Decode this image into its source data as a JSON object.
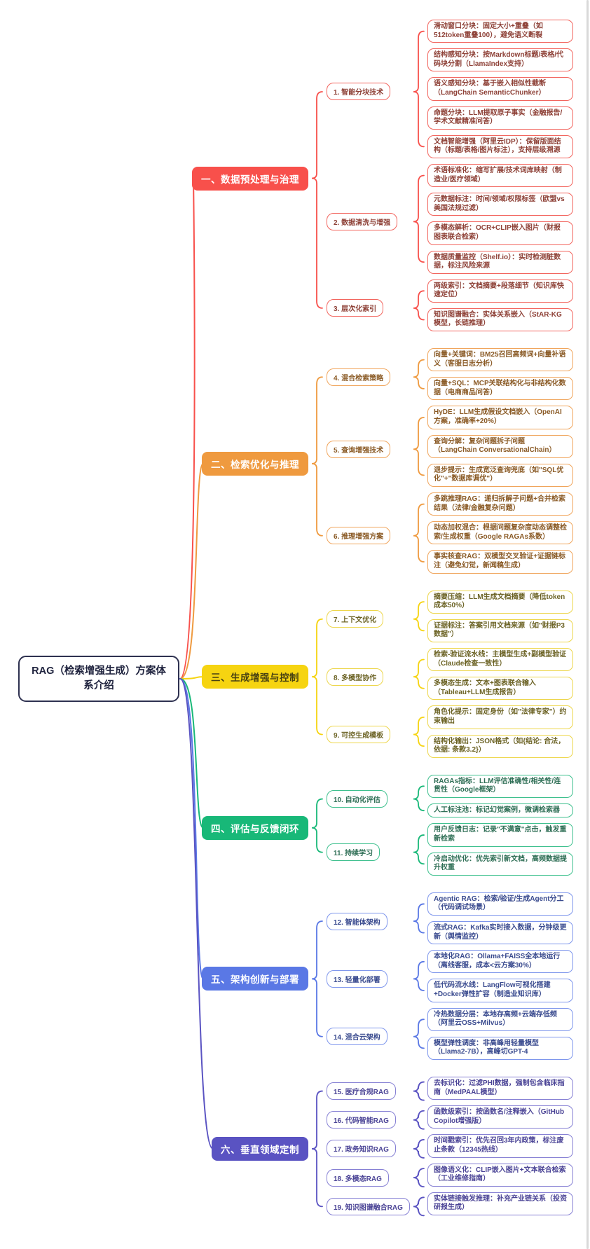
{
  "root": {
    "label": "RAG（检索增强生成）方案体系介绍"
  },
  "colors_note": "per-branch: node fill, node label color, box border, box text",
  "branches": [
    {
      "label": "一、数据预处理与治理",
      "color": "#F8504B",
      "label_color": "#FFFFFF",
      "border": "#F2655E",
      "text": "#8E4137",
      "subs": [
        {
          "label": "1. 智能分块技术",
          "leaves": [
            "滑动窗口分块：固定大小+重叠（如512token重叠100），避免语义断裂",
            "结构感知分块：按Markdown标题/表格/代码块分割（LlamaIndex支持）",
            "语义感知分块：基于嵌入相似性截断（LangChain SemanticChunker）",
            "命题分块：LLM提取原子事实（金融报告/学术文献精准问答）",
            "文档智能增强（阿里云IDP）：保留版面结构（标题/表格/图片标注），支持层级溯源"
          ]
        },
        {
          "label": "2. 数据清洗与增强",
          "leaves": [
            "术语标准化：缩写扩展/技术词库映射（制造业/医疗领域）",
            "元数据标注：时间/领域/权限标签（欧盟vs美国法规过滤）",
            "多模态解析：OCR+CLIP嵌入图片（财报图表联合检索）",
            "数据质量监控（Shelf.io）：实时检测脏数据，标注风险来源"
          ]
        },
        {
          "label": "3. 层次化索引",
          "leaves": [
            "两级索引：文档摘要+段落细节（知识库快速定位）",
            "知识图谱融合：实体关系嵌入（StAR-KG模型，长链推理）"
          ]
        }
      ]
    },
    {
      "label": "二、检索优化与推理",
      "color": "#EF9A3F",
      "label_color": "#FFFFFF",
      "border": "#F0A55C",
      "text": "#8A5A25",
      "subs": [
        {
          "label": "4. 混合检索策略",
          "leaves": [
            "向量+关键词：BM25召回高频词+向量补语义（客服日志分析）",
            "向量+SQL：MCP关联结构化与非结构化数据（电商商品问答）"
          ]
        },
        {
          "label": "5. 查询增强技术",
          "leaves": [
            "HyDE：LLM生成假设文档嵌入（OpenAI方案，准确率+20%）",
            "查询分解：复杂问题拆子问题（LangChain ConversationalChain）",
            "退步提示：生成宽泛查询兜底（如\"SQL优化\"+\"数据库调优\"）"
          ]
        },
        {
          "label": "6. 推理增强方案",
          "leaves": [
            "多跳推理RAG：递归拆解子问题+合并检索结果（法律/金融复杂问题）",
            "动态加权混合：根据问题复杂度动态调整检索/生成权重（Google RAGAs系数）",
            "事实核查RAG：双模型交叉验证+证据链标注（避免幻觉，新闻稿生成）"
          ]
        }
      ]
    },
    {
      "label": "三、生成增强与控制",
      "color": "#F6D411",
      "label_color": "#474112",
      "border": "#EDD64B",
      "text": "#6C6325",
      "subs": [
        {
          "label": "7. 上下文优化",
          "leaves": [
            "摘要压缩：LLM生成文档摘要（降低token成本50%）",
            "证据标注：答案引用文档来源（如\"财报P3数据\"）"
          ]
        },
        {
          "label": "8. 多模型协作",
          "leaves": [
            "检索-验证流水线：主模型生成+副模型验证（Claude检查一致性）",
            "多模态生成：文本+图表联合输入（Tableau+LLM生成报告）"
          ]
        },
        {
          "label": "9. 可控生成模板",
          "leaves": [
            "角色化提示：固定身份（如\"法律专家\"）约束输出",
            "结构化输出：JSON格式（如{结论: 合法，依据: 条款3.2}）"
          ]
        }
      ]
    },
    {
      "label": "四、评估与反馈闭环",
      "color": "#18B878",
      "label_color": "#FFFFFF",
      "border": "#3EC08E",
      "text": "#2F6F56",
      "subs": [
        {
          "label": "10. 自动化评估",
          "leaves": [
            "RAGAs指标：LLM评估准确性/相关性/连贯性（Google框架）",
            "人工标注池：标记幻觉案例，微调检索器"
          ]
        },
        {
          "label": "11. 持续学习",
          "leaves": [
            "用户反馈日志：记录\"不满意\"点击，触发重新检索",
            "冷启动优化：优先索引新文档，高频数据提升权重"
          ]
        }
      ]
    },
    {
      "label": "五、架构创新与部署",
      "color": "#5A78E5",
      "label_color": "#FFFFFF",
      "border": "#7E96EC",
      "text": "#3A4B8F",
      "subs": [
        {
          "label": "12. 智能体架构",
          "leaves": [
            "Agentic RAG：检索/验证/生成Agent分工（代码调试场景）",
            "流式RAG：Kafka实时接入数据，分钟级更新（舆情监控）"
          ]
        },
        {
          "label": "13. 轻量化部署",
          "leaves": [
            "本地化RAG：Ollama+FAISS全本地运行（离线客服，成本<云方案30%）",
            "低代码流水线：LangFlow可视化搭建+Docker弹性扩容（制造业知识库）"
          ]
        },
        {
          "label": "14. 混合云架构",
          "leaves": [
            "冷热数据分层：本地存高频+云端存低频（阿里云OSS+Milvus）",
            "模型弹性调度：非高峰用轻量模型（Llama2-7B），高峰切GPT-4"
          ]
        }
      ]
    },
    {
      "label": "六、垂直领域定制",
      "color": "#5A53C2",
      "label_color": "#FFFFFF",
      "border": "#8680D4",
      "text": "#4B4496",
      "subs": [
        {
          "label": "15. 医疗合规RAG",
          "leaves": [
            "去标识化：过滤PHI数据，强制包含临床指南（MedPAAL模型）"
          ]
        },
        {
          "label": "16. 代码智能RAG",
          "leaves": [
            "函数级索引：按函数名/注释嵌入（GitHub Copilot增强版）"
          ]
        },
        {
          "label": "17. 政务知识RAG",
          "leaves": [
            "时间戳索引：优先召回3年内政策，标注废止条款（12345热线）"
          ]
        },
        {
          "label": "18. 多模态RAG",
          "leaves": [
            "图像语义化：CLIP嵌入图片+文本联合检索（工业维修指南）"
          ]
        },
        {
          "label": "19. 知识图谱融合RAG",
          "leaves": [
            "实体链接触发推理：补充产业链关系（投资研报生成）"
          ]
        }
      ]
    }
  ]
}
